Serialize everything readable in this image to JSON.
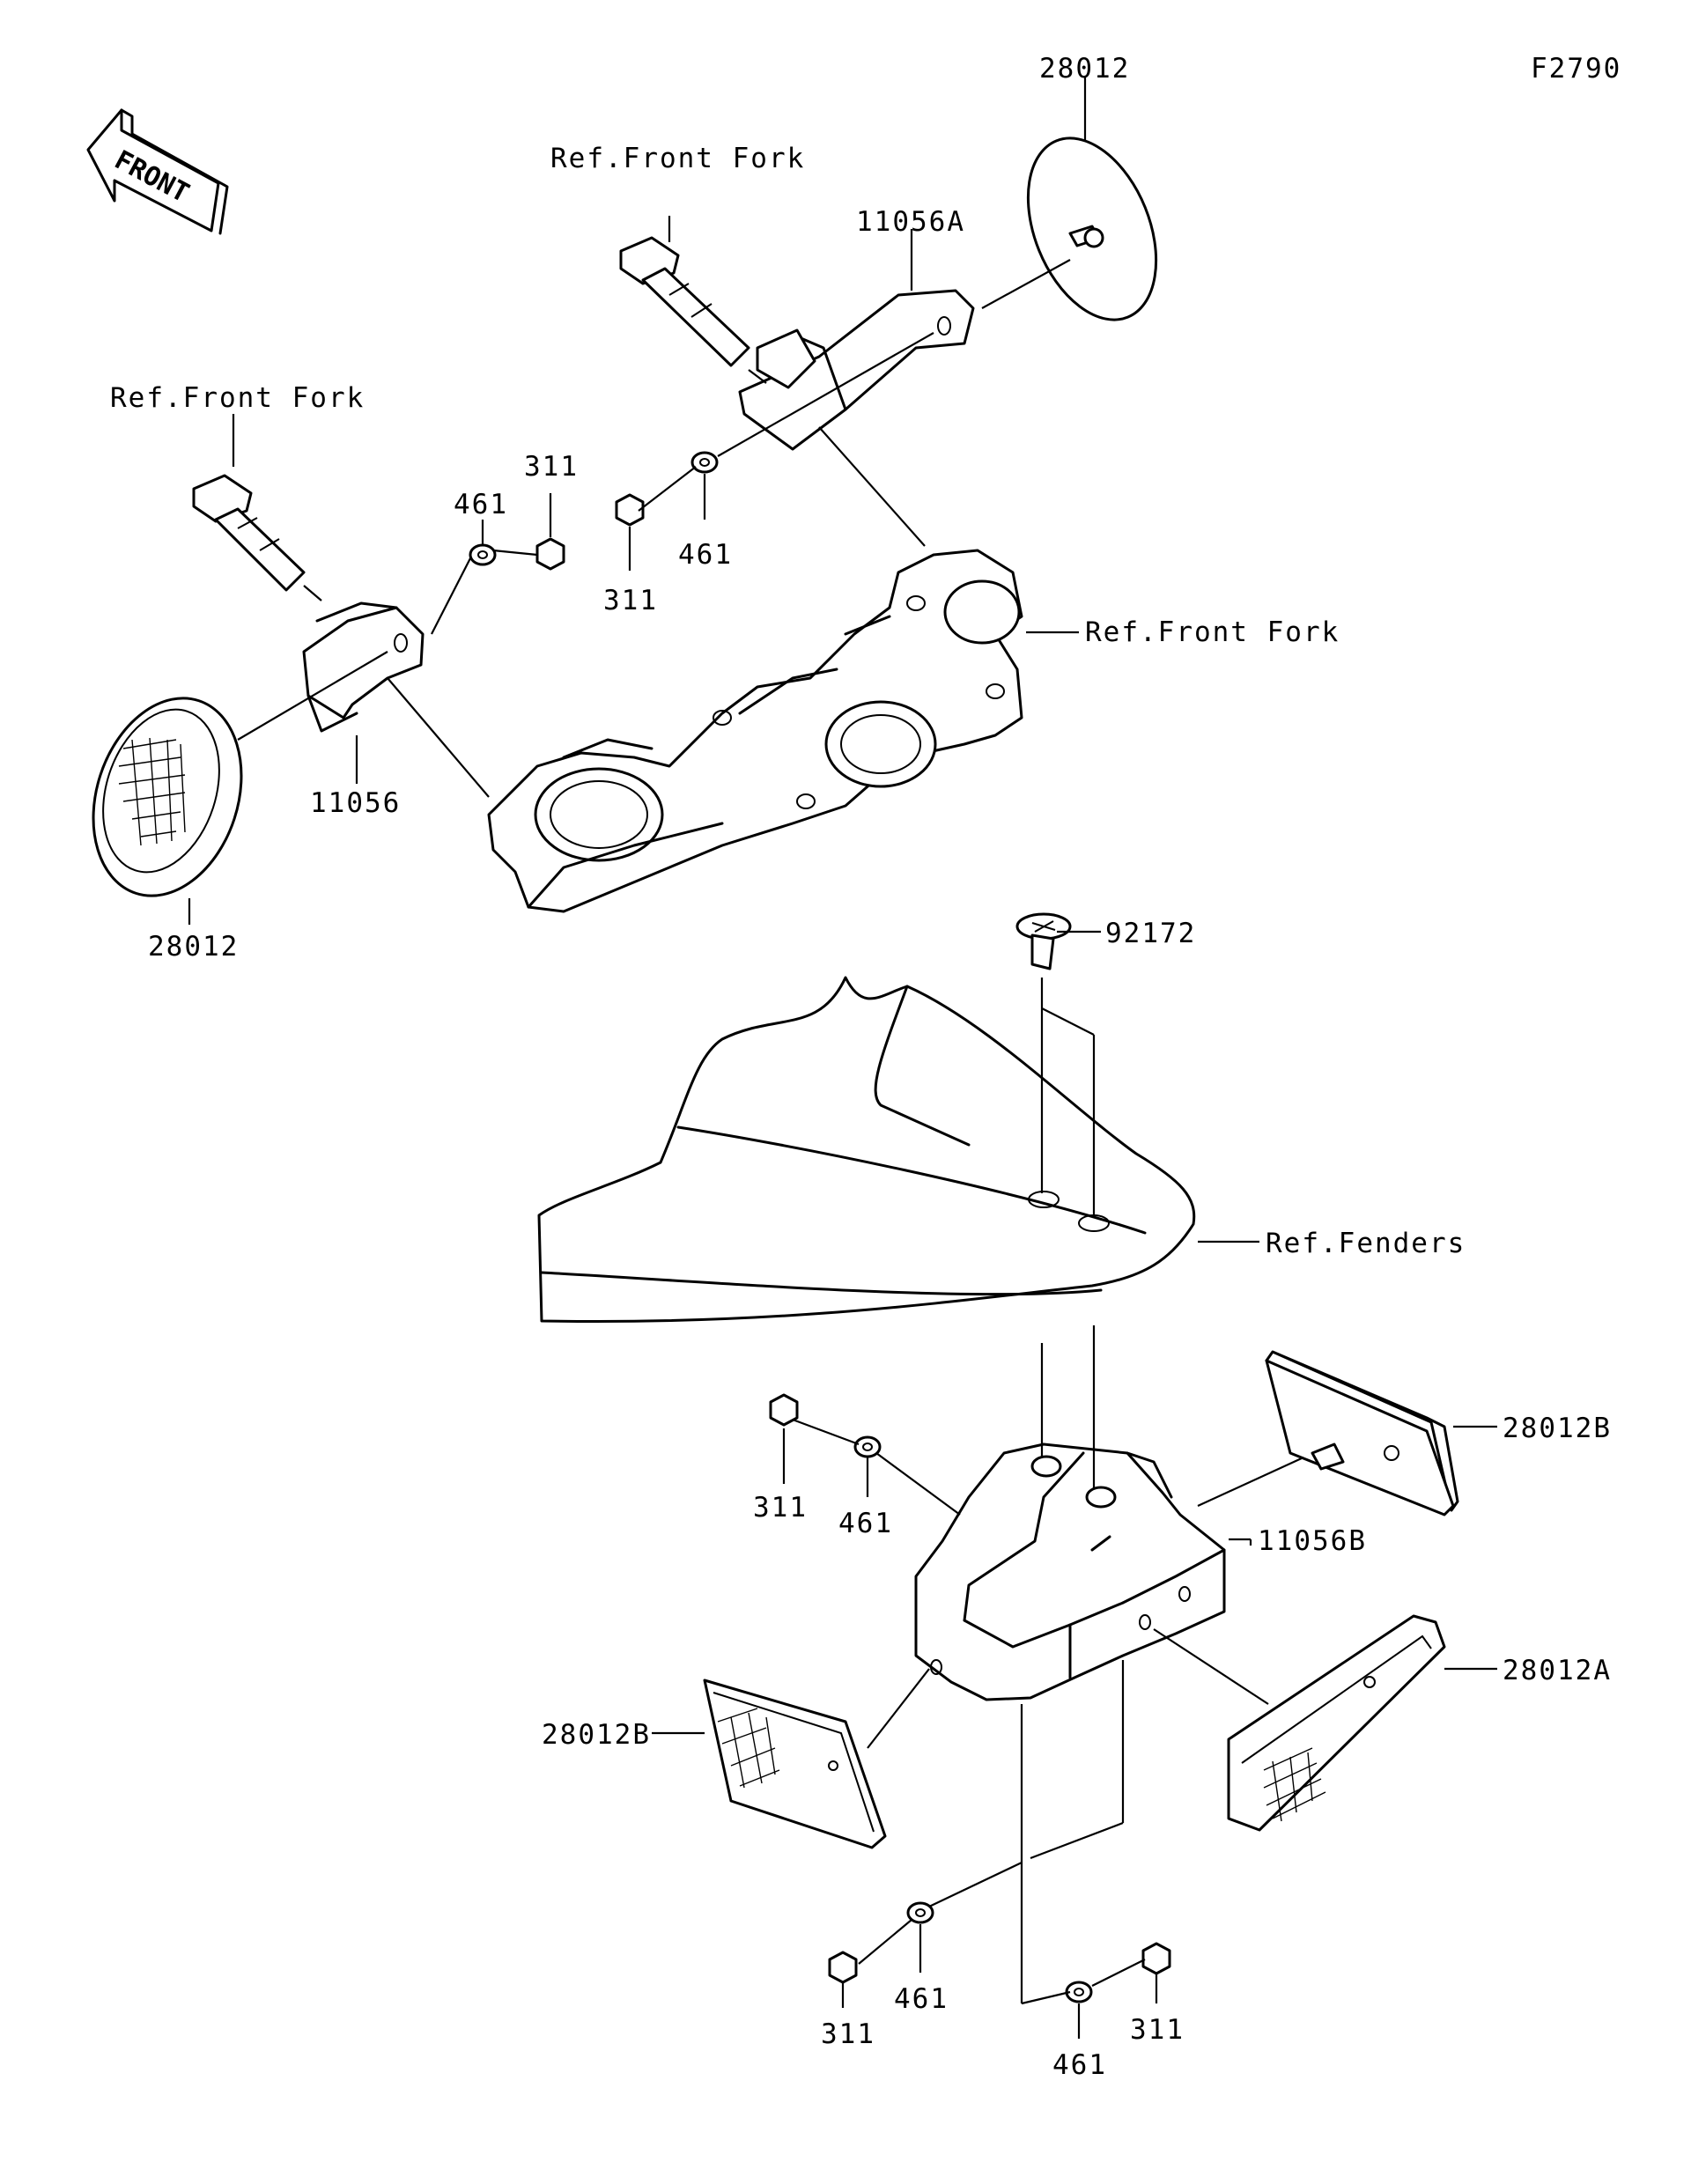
{
  "figure_code": "F2790",
  "front_arrow_text": "FRONT",
  "labels": {
    "ref_front_fork_top": "Ref.Front Fork",
    "ref_front_fork_left": "Ref.Front Fork",
    "ref_front_fork_right": "Ref.Front Fork",
    "ref_fenders": "Ref.Fenders",
    "p28012_top": "28012",
    "p28012_left": "28012",
    "p11056A": "11056A",
    "p11056": "11056",
    "p461_a": "461",
    "p311_a": "311",
    "p311_b": "311",
    "p461_b": "461",
    "p92172": "92172",
    "p28012B_right": "28012B",
    "p28012B_left": "28012B",
    "p28012A": "28012A",
    "p11056B": "11056B",
    "p311_c": "311",
    "p461_c": "461",
    "p311_d": "311",
    "p461_d": "461",
    "p461_e": "461",
    "p311_e": "311"
  }
}
